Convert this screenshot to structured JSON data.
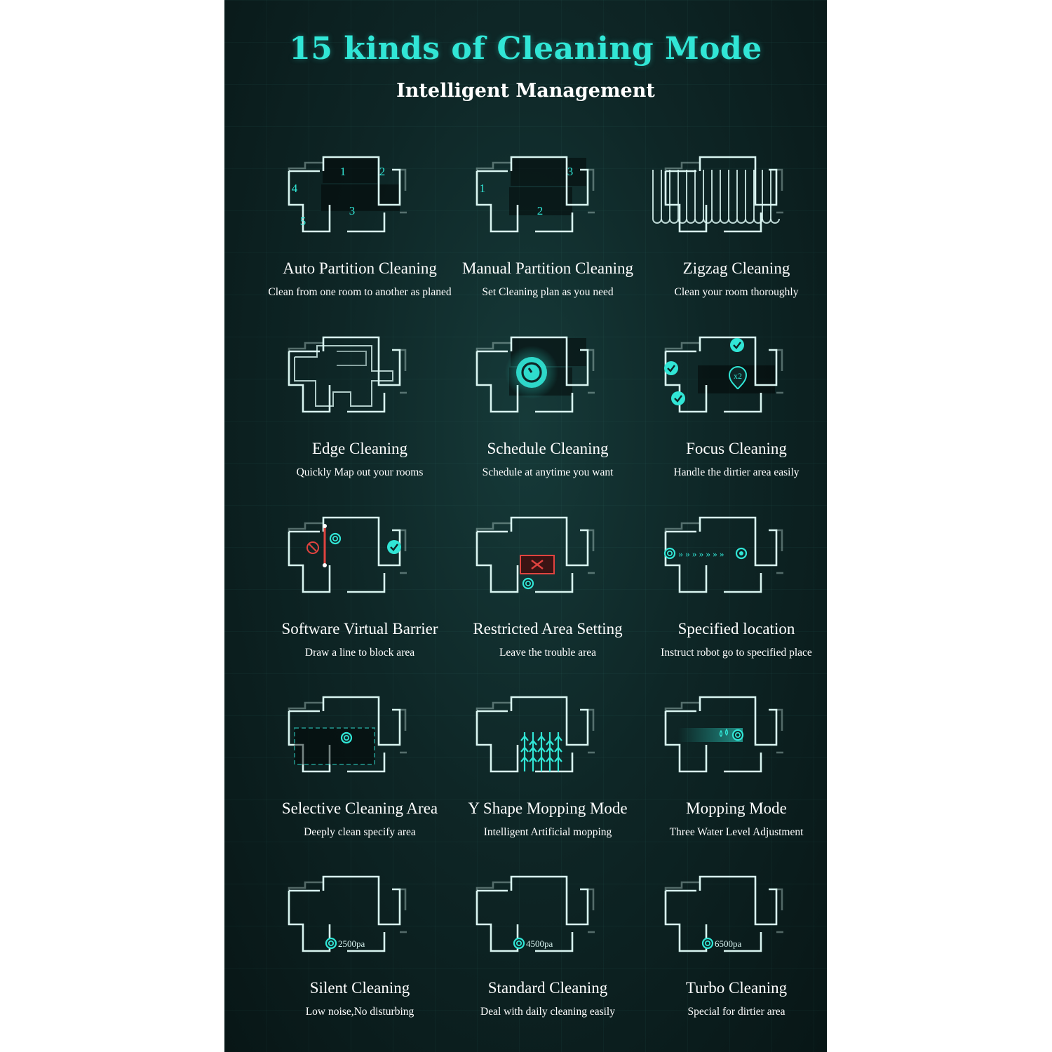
{
  "header": {
    "title": "15 kinds of Cleaning Mode",
    "subtitle": "Intelligent Management"
  },
  "modes": [
    {
      "name": "Auto Partition Cleaning",
      "desc": "Clean from one room to another as planed",
      "icon": "auto-partition-map-icon",
      "labels": [
        "1",
        "2",
        "3",
        "4",
        "5"
      ]
    },
    {
      "name": "Manual Partition Cleaning",
      "desc": "Set Cleaning plan as you need",
      "icon": "manual-partition-map-icon",
      "labels": [
        "1",
        "2",
        "3"
      ]
    },
    {
      "name": "Zigzag Cleaning",
      "desc": "Clean your room thoroughly",
      "icon": "zigzag-path-icon"
    },
    {
      "name": "Edge Cleaning",
      "desc": "Quickly Map out your rooms",
      "icon": "edge-path-icon"
    },
    {
      "name": "Schedule Cleaning",
      "desc": "Schedule at anytime you want",
      "icon": "timer-icon"
    },
    {
      "name": "Focus Cleaning",
      "desc": "Handle the dirtier area easily",
      "icon": "focus-pin-icon",
      "badge": "x2"
    },
    {
      "name": "Software Virtual Barrier",
      "desc": "Draw a line to block area",
      "icon": "virtual-barrier-icon"
    },
    {
      "name": "Restricted Area Setting",
      "desc": "Leave the trouble area",
      "icon": "restricted-area-icon"
    },
    {
      "name": "Specified location",
      "desc": "Instruct robot go to specified place",
      "icon": "target-location-icon"
    },
    {
      "name": "Selective Cleaning Area",
      "desc": "Deeply clean specify area",
      "icon": "selection-area-icon"
    },
    {
      "name": "Y Shape Mopping Mode",
      "desc": "Intelligent Artificial mopping",
      "icon": "y-shape-mop-icon"
    },
    {
      "name": "Mopping Mode",
      "desc": "Three Water Level Adjustment",
      "icon": "water-drop-mop-icon"
    },
    {
      "name": "Silent Cleaning",
      "desc": "Low noise,No disturbing",
      "icon": "suction-power-icon",
      "power": "2500pa"
    },
    {
      "name": "Standard Cleaning",
      "desc": "Deal with daily cleaning easily",
      "icon": "suction-power-icon",
      "power": "4500pa"
    },
    {
      "name": "Turbo Cleaning",
      "desc": "Special for dirtier area",
      "icon": "suction-power-icon",
      "power": "6500pa"
    }
  ],
  "colors": {
    "accent": "#31e6d6",
    "wall": "#d9f5f1",
    "barrier": "#e0433f",
    "text": "#ffffff"
  }
}
